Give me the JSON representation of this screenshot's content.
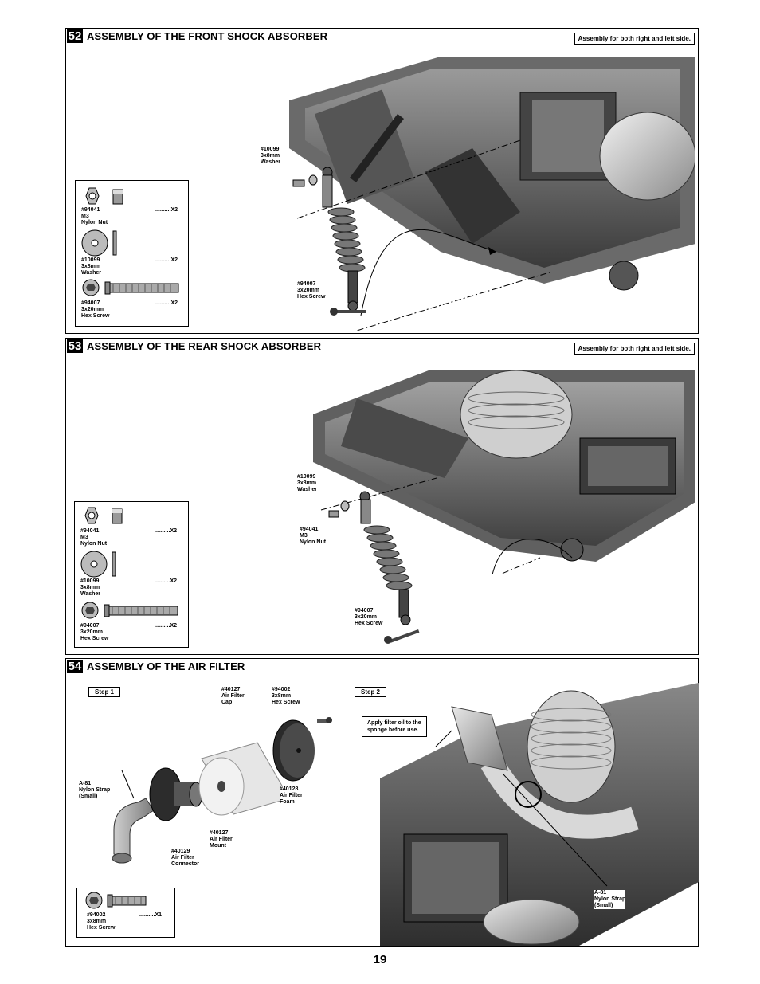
{
  "steps": [
    {
      "number": "52",
      "title": "ASSEMBLY OF THE FRONT SHOCK ABSORBER",
      "note": "Assembly for both right and left side.",
      "parts": [
        {
          "code": "#94041",
          "name": "M3\nNylon Nut",
          "qty": "..........X2",
          "icon": "nylon-nut-icon"
        },
        {
          "code": "#10099",
          "name": "3x8mm\nWasher",
          "qty": "..........X2",
          "icon": "washer-icon"
        },
        {
          "code": "#94007",
          "name": "3x20mm\nHex Screw",
          "qty": "..........X2",
          "icon": "hex-screw-icon"
        }
      ],
      "callouts": [
        {
          "text": "#10099\n3x8mm\nWasher"
        },
        {
          "text": "#94007\n3x20mm\nHex Screw"
        }
      ]
    },
    {
      "number": "53",
      "title": "ASSEMBLY OF THE REAR SHOCK ABSORBER",
      "note": "Assembly for both right and left side.",
      "parts": [
        {
          "code": "#94041",
          "name": "M3\nNylon Nut",
          "qty": "..........X2",
          "icon": "nylon-nut-icon"
        },
        {
          "code": "#10099",
          "name": "3x8mm\nWasher",
          "qty": "..........X2",
          "icon": "washer-icon"
        },
        {
          "code": "#94007",
          "name": "3x20mm\nHex Screw",
          "qty": "..........X2",
          "icon": "hex-screw-icon"
        }
      ],
      "callouts": [
        {
          "text": "#10099\n3x8mm\nWasher"
        },
        {
          "text": "#94041\nM3\nNylon Nut"
        },
        {
          "text": "#94007\n3x20mm\nHex Screw"
        }
      ]
    },
    {
      "number": "54",
      "title": "ASSEMBLY OF THE AIR FILTER",
      "step1": "Step 1",
      "step2": "Step 2",
      "tip": "Apply filter oil to the\nsponge before use.",
      "parts": [
        {
          "code": "#94002",
          "name": "3x8mm\nHex Screw",
          "qty": "..........X1",
          "icon": "hex-screw-icon"
        }
      ],
      "callouts": [
        {
          "text": "#40127\nAir Filter\nCap"
        },
        {
          "text": "#94002\n3x8mm\nHex Screw"
        },
        {
          "text": "A-81\nNylon Strap\n(Small)"
        },
        {
          "text": "#40128\nAir Filter\nFoam"
        },
        {
          "text": "#40127\nAir Filter\nMount"
        },
        {
          "text": "#40129\nAir Filter\nConnector"
        },
        {
          "text": "A-81\nNylon Strap\n(Small)"
        }
      ]
    }
  ],
  "page_number": "19"
}
